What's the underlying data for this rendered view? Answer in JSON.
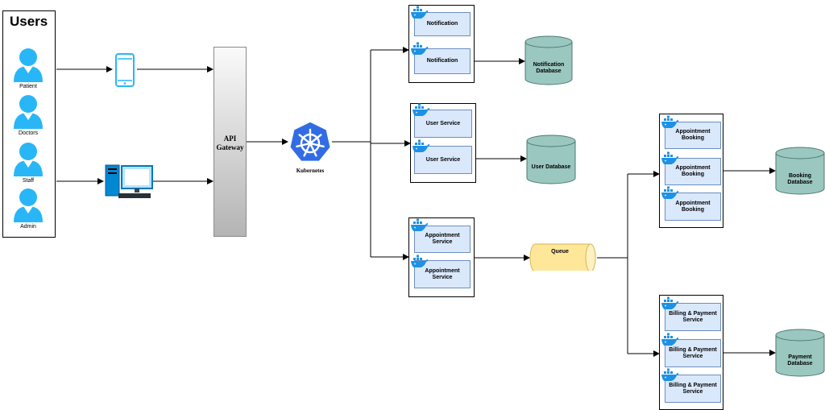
{
  "users_panel": {
    "title": "Users",
    "people": [
      {
        "label": "Patient",
        "icon": "person-icon"
      },
      {
        "label": "Doctors",
        "icon": "person-icon"
      },
      {
        "label": "Staff",
        "icon": "person-icon"
      },
      {
        "label": "Admin",
        "icon": "person-icon"
      }
    ]
  },
  "devices": {
    "mobile_icon": "mobile-phone-icon",
    "desktop_icon": "desktop-computer-icon"
  },
  "gateway": {
    "label": "API\nGateway"
  },
  "kubernetes": {
    "label": "Kubernetes",
    "icon": "kubernetes-helm-icon"
  },
  "groups": {
    "notification": {
      "services": [
        "Notification",
        "Notification"
      ],
      "database": "Notification\nDatabase"
    },
    "user": {
      "services": [
        "User Service",
        "User Service"
      ],
      "database": "User Database"
    },
    "appointment": {
      "services": [
        "Appointment\nService",
        "Appointment\nService"
      ]
    },
    "booking": {
      "services": [
        "Appointment\nBooking",
        "Appointment\nBooking",
        "Appointment\nBooking"
      ],
      "database": "Booking\nDatabase"
    },
    "billing": {
      "services": [
        "Billing & Payment\nService",
        "Billing & Payment\nService",
        "Billing & Payment\nService"
      ],
      "database": "Payment\nDatabase"
    }
  },
  "queue": {
    "label": "Queue"
  },
  "colors": {
    "user_icon": "#29b6f6",
    "service_fill": "#dae8fc",
    "service_border": "#6c8ebf",
    "database_fill": "#9ac7bf",
    "database_border": "#4d7a72",
    "queue_fill": "#ffe79a",
    "queue_border": "#d6b656",
    "docker_blue": "#1d91e6",
    "kubernetes_blue": "#326ce5"
  }
}
